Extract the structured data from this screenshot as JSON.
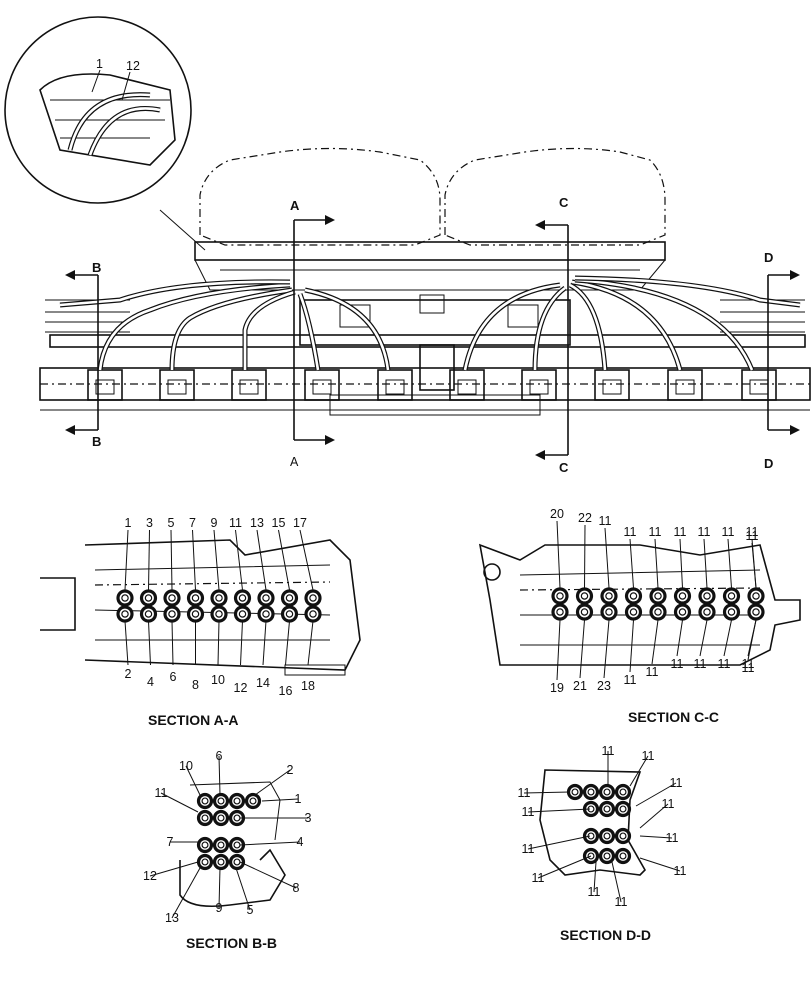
{
  "main_view": {
    "cut_labels": {
      "a_top": "A",
      "a_bottom": "A",
      "b_top": "B",
      "b_bottom": "B",
      "c_top": "C",
      "c_bottom": "C",
      "d_top": "D",
      "d_bottom": "D"
    }
  },
  "detail": {
    "callouts": [
      "1",
      "12"
    ]
  },
  "sections": {
    "a": {
      "title": "SECTION A-A",
      "top_callouts": [
        "1",
        "3",
        "5",
        "7",
        "9",
        "11",
        "13",
        "15",
        "17"
      ],
      "bottom_callouts": [
        "2",
        "4",
        "6",
        "8",
        "10",
        "12",
        "14",
        "16",
        "18"
      ]
    },
    "c": {
      "title": "SECTION C-C",
      "top_callouts": [
        "20",
        "22",
        "11",
        "11",
        "11",
        "11",
        "11",
        "11",
        "11",
        "11"
      ],
      "bottom_callouts": [
        "19",
        "21",
        "23",
        "11",
        "11",
        "11",
        "11",
        "11",
        "11",
        "11"
      ]
    },
    "b": {
      "title": "SECTION B-B",
      "callouts": [
        "10",
        "6",
        "2",
        "1",
        "11",
        "3",
        "7",
        "4",
        "12",
        "8",
        "13",
        "9",
        "5"
      ]
    },
    "d": {
      "title": "SECTION D-D",
      "callouts": [
        "11",
        "11",
        "11",
        "11",
        "11",
        "11",
        "11",
        "11",
        "11",
        "11",
        "11",
        "11",
        "11",
        "11"
      ]
    }
  }
}
